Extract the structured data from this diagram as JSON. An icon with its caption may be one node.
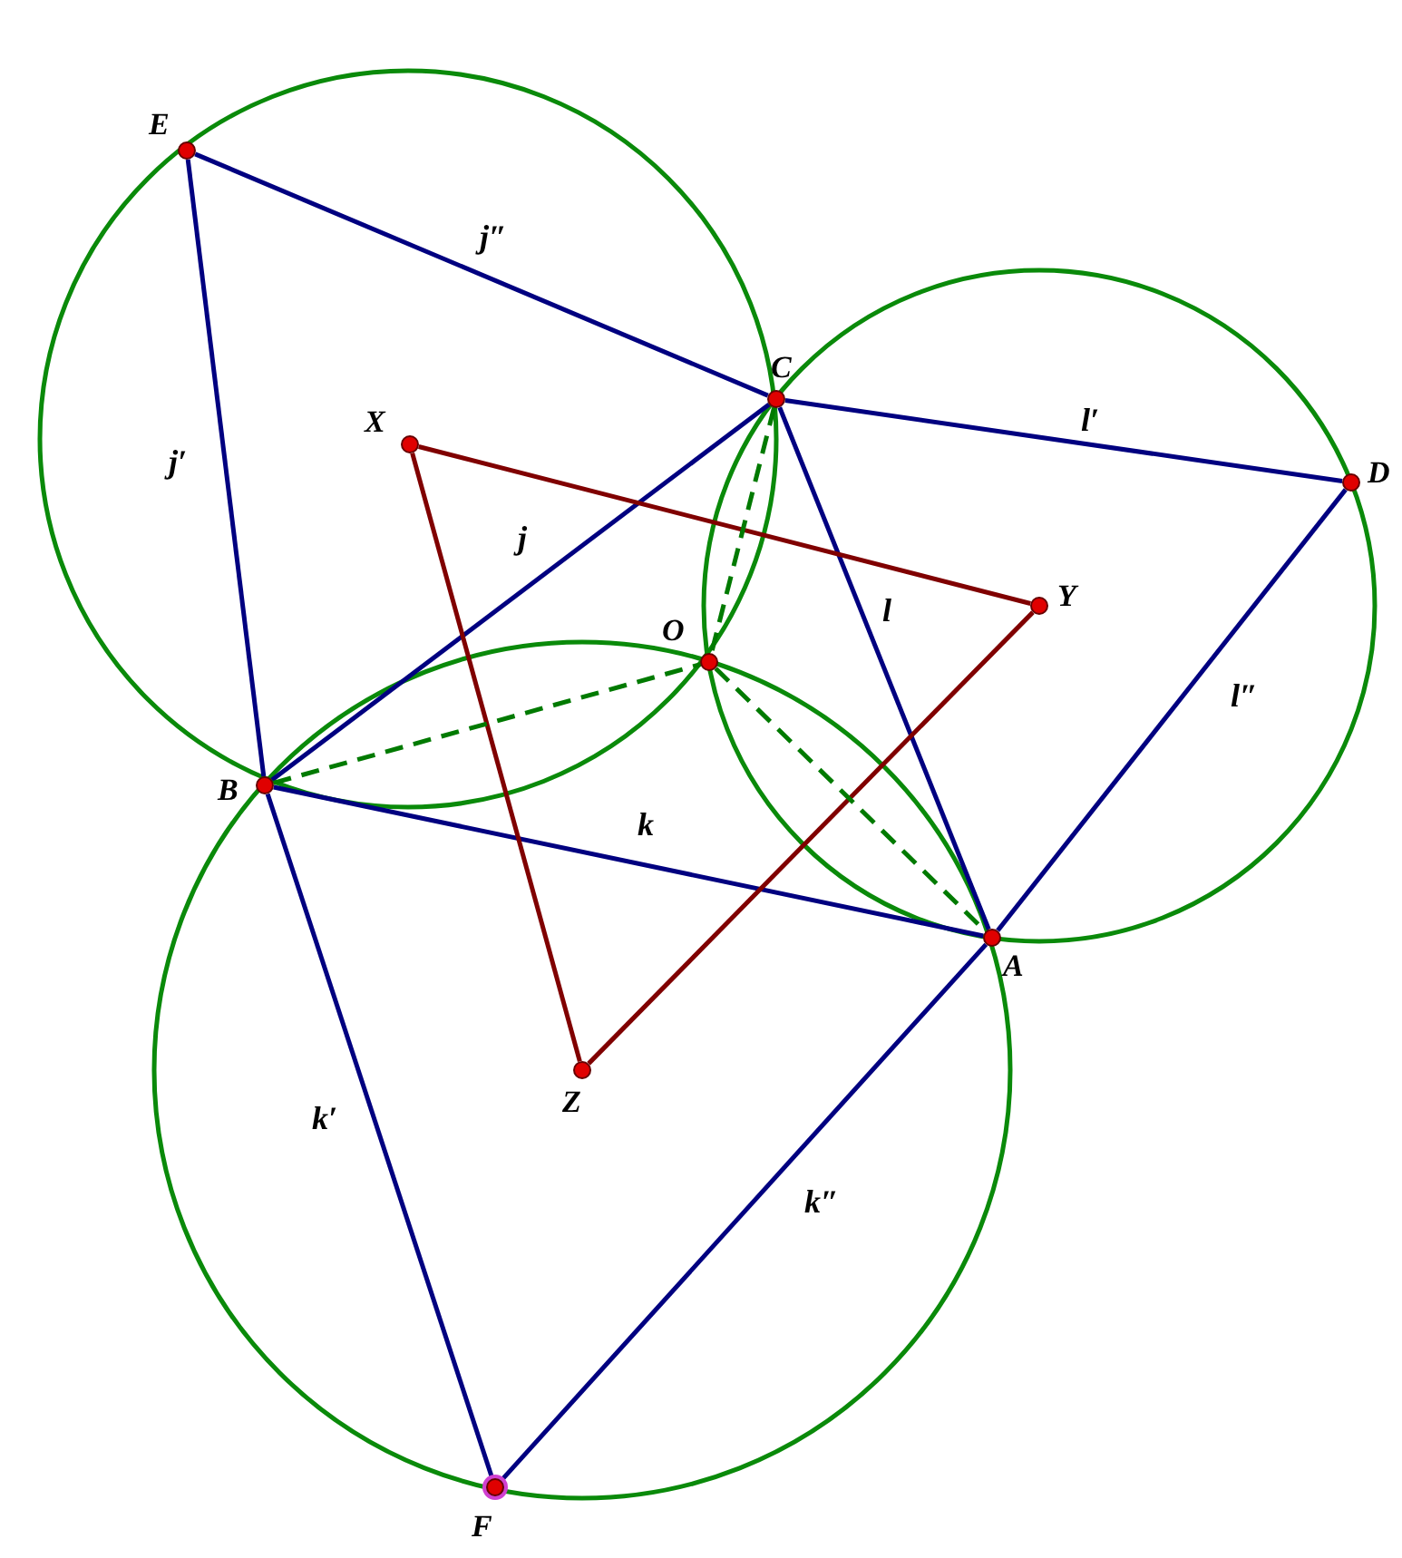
{
  "diagram": {
    "nodes": [
      {
        "text": [
          "E"
        ]
      },
      {
        "text": [
          "C"
        ]
      },
      {
        "text": [
          "X"
        ]
      },
      {
        "text": [
          "D"
        ]
      },
      {
        "text": [
          "Y"
        ]
      },
      {
        "text": [
          "O"
        ]
      },
      {
        "text": [
          "B"
        ]
      },
      {
        "text": [
          "A"
        ]
      },
      {
        "text": [
          "Z"
        ]
      },
      {
        "text": [
          "F"
        ]
      }
    ],
    "edges": [
      {
        "from": 0,
        "to": 1,
        "arrow": "none",
        "label": "j″"
      },
      {
        "from": 0,
        "to": 6,
        "arrow": "none",
        "label": "j′"
      },
      {
        "from": 6,
        "to": 1,
        "arrow": "none",
        "label": "j"
      },
      {
        "from": 1,
        "to": 3,
        "arrow": "none",
        "label": "l′"
      },
      {
        "from": 1,
        "to": 7,
        "arrow": "none",
        "label": "l"
      },
      {
        "from": 3,
        "to": 7,
        "arrow": "none",
        "label": "l″"
      },
      {
        "from": 6,
        "to": 7,
        "arrow": "none",
        "label": "k"
      },
      {
        "from": 6,
        "to": 9,
        "arrow": "none",
        "label": "k′"
      },
      {
        "from": 9,
        "to": 7,
        "arrow": "none",
        "label": "k″"
      },
      {
        "from": 2,
        "to": 4,
        "arrow": "none",
        "color": "#800000"
      },
      {
        "from": 2,
        "to": 8,
        "arrow": "none",
        "color": "#800000"
      },
      {
        "from": 8,
        "to": 4,
        "arrow": "none",
        "color": "#800000"
      },
      {
        "from": 1,
        "to": 5,
        "arrow": "none",
        "style": "dashed",
        "color": "#007a00"
      },
      {
        "from": 6,
        "to": 5,
        "arrow": "none",
        "style": "dashed",
        "color": "#007a00"
      },
      {
        "from": 5,
        "to": 7,
        "arrow": "none",
        "style": "dashed",
        "color": "#007a00"
      }
    ]
  }
}
